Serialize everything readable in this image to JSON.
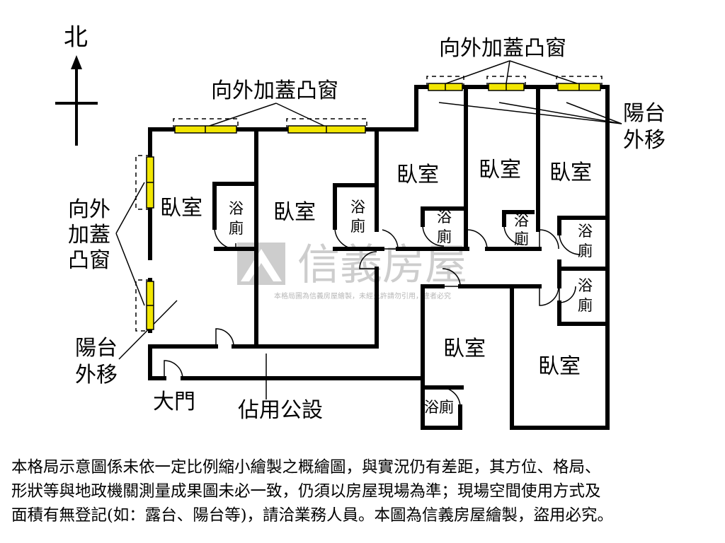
{
  "north_label": "北",
  "rooms": {
    "bedroom_label": "臥室",
    "bath_label_top": "浴",
    "bath_label_bottom": "廁",
    "bath_label_combined": "浴廁"
  },
  "callouts": {
    "bay_window_top": "向外加蓋凸窗",
    "bay_window_top_right": "向外加蓋凸窗",
    "bay_window_left_1": "向外",
    "bay_window_left_2": "加蓋",
    "bay_window_left_3": "凸窗",
    "balcony_right_1": "陽台",
    "balcony_right_2": "外移",
    "balcony_left_1": "陽台",
    "balcony_left_2": "外移",
    "main_door": "大門",
    "public_area": "佔用公設"
  },
  "watermark": {
    "brand": "信義房屋",
    "notice": "本格局圖為信義房屋繪製，未經允許請勿引用，違者必究"
  },
  "disclaimer_lines": [
    "本格局示意圖係未依一定比例縮小繪製之概繪圖，與實況仍有差距，其方位、格局、",
    "形狀等與地政機關測量成果圖未必一致，仍須以房屋現場為準；現場空間使用方式及",
    "面積有無登記(如：露台、陽台等)，請洽業務人員。本圖為信義房屋繪製，盜用必究。"
  ],
  "colors": {
    "wall": "#000000",
    "window_fill": "#f2e600",
    "watermark": "#c8c8c8"
  }
}
